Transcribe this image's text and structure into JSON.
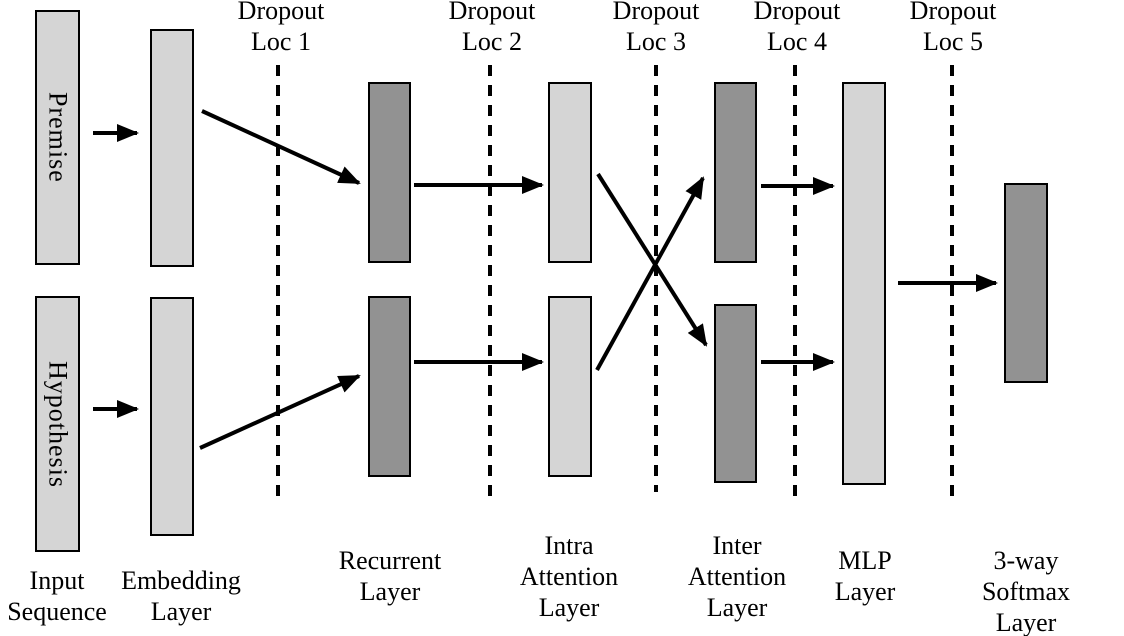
{
  "diagram": {
    "inputs": {
      "premise": "Premise",
      "hypothesis": "Hypothesis"
    },
    "dropout_labels": [
      "Dropout\nLoc 1",
      "Dropout\nLoc 2",
      "Dropout\nLoc 3",
      "Dropout\nLoc 4",
      "Dropout\nLoc 5"
    ],
    "layer_labels": {
      "input_sequence": "Input\nSequence",
      "embedding": "Embedding\nLayer",
      "recurrent": "Recurrent\nLayer",
      "intra_attention": "Intra\nAttention\nLayer",
      "inter_attention": "Inter\nAttention\nLayer",
      "mlp": "MLP\nLayer",
      "softmax": "3-way Softmax\nLayer"
    },
    "colors": {
      "light_box": "#d5d5d5",
      "dark_box": "#929292",
      "outline": "#000000",
      "background": "#ffffff"
    }
  }
}
